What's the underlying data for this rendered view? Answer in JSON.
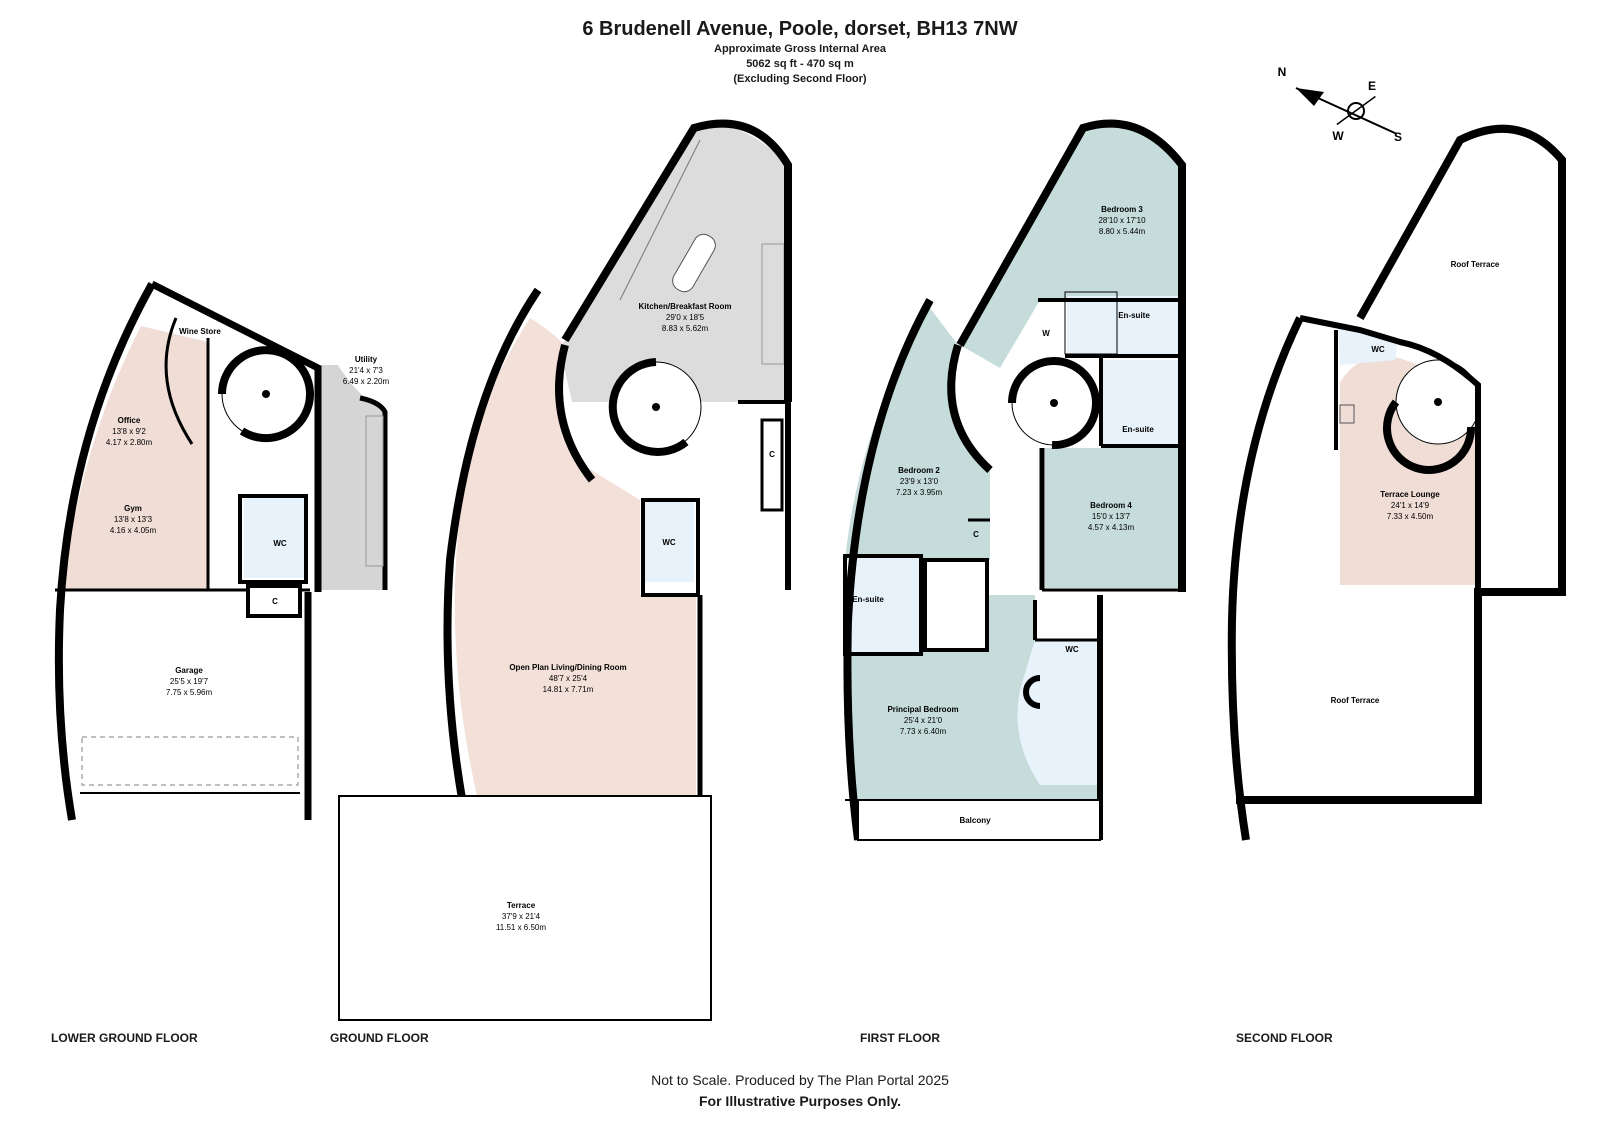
{
  "header": {
    "title": "6 Brudenell Avenue, Poole, dorset, BH13 7NW",
    "area_label": "Approximate Gross Internal Area",
    "area_value": "5062 sq ft - 470 sq m",
    "area_note": "(Excluding Second Floor)"
  },
  "colors": {
    "wall": "#000000",
    "lower_ground_rooms": "#f0ddd6",
    "living": "#f2e0d9",
    "kitchen": "#dcdcdc",
    "utility": "#d5d5d5",
    "wc": "#e8f2fb",
    "first_floor_rooms": "#c5dcdb",
    "terrace_lounge": "#f0ddd6",
    "open_area": "#ffffff"
  },
  "compass": {
    "n": "N",
    "e": "E",
    "s": "S",
    "w": "W"
  },
  "floors": {
    "lower_ground": {
      "label": "LOWER GROUND FLOOR",
      "wine_store": "Wine Store",
      "utility": {
        "name": "Utility",
        "imperial": "21'4 x 7'3",
        "metric": "6.49 x 2.20m"
      },
      "office": {
        "name": "Office",
        "imperial": "13'8 x 9'2",
        "metric": "4.17 x 2.80m"
      },
      "gym": {
        "name": "Gym",
        "imperial": "13'8 x 13'3",
        "metric": "4.16 x 4.05m"
      },
      "wc": "WC",
      "cupboard": "C",
      "garage": {
        "name": "Garage",
        "imperial": "25'5 x 19'7",
        "metric": "7.75 x 5.96m"
      }
    },
    "ground": {
      "label": "GROUND FLOOR",
      "kitchen": {
        "name": "Kitchen/Breakfast Room",
        "imperial": "29'0 x 18'5",
        "metric": "8.83 x 5.62m"
      },
      "cupboard": "C",
      "wc": "WC",
      "living": {
        "name": "Open Plan Living/Dining Room",
        "imperial": "48'7 x 25'4",
        "metric": "14.81 x 7.71m"
      },
      "terrace": {
        "name": "Terrace",
        "imperial": "37'9 x 21'4",
        "metric": "11.51 x 6.50m"
      }
    },
    "first": {
      "label": "FIRST FLOOR",
      "bedroom3": {
        "name": "Bedroom 3",
        "imperial": "28'10 x 17'10",
        "metric": "8.80 x 5.44m"
      },
      "ensuite_top": "En-suite",
      "wardrobe": "W",
      "ensuite_mid": "En-suite",
      "bedroom2": {
        "name": "Bedroom 2",
        "imperial": "23'9 x 13'0",
        "metric": "7.23 x 3.95m"
      },
      "cupboard": "C",
      "bedroom4": {
        "name": "Bedroom 4",
        "imperial": "15'0 x 13'7",
        "metric": "4.57 x 4.13m"
      },
      "ensuite_left": "En-suite",
      "wc": "WC",
      "principal": {
        "name": "Principal Bedroom",
        "imperial": "25'4 x 21'0",
        "metric": "7.73 x 6.40m"
      },
      "balcony": "Balcony"
    },
    "second": {
      "label": "SECOND FLOOR",
      "roof_terrace_top": "Roof Terrace",
      "wc": "WC",
      "lounge": {
        "name": "Terrace Lounge",
        "imperial": "24'1 x 14'9",
        "metric": "7.33 x 4.50m"
      },
      "roof_terrace_bottom": "Roof Terrace"
    }
  },
  "footer": {
    "line1": "Not to Scale. Produced by The Plan Portal 2025",
    "line2": "For Illustrative Purposes Only."
  }
}
